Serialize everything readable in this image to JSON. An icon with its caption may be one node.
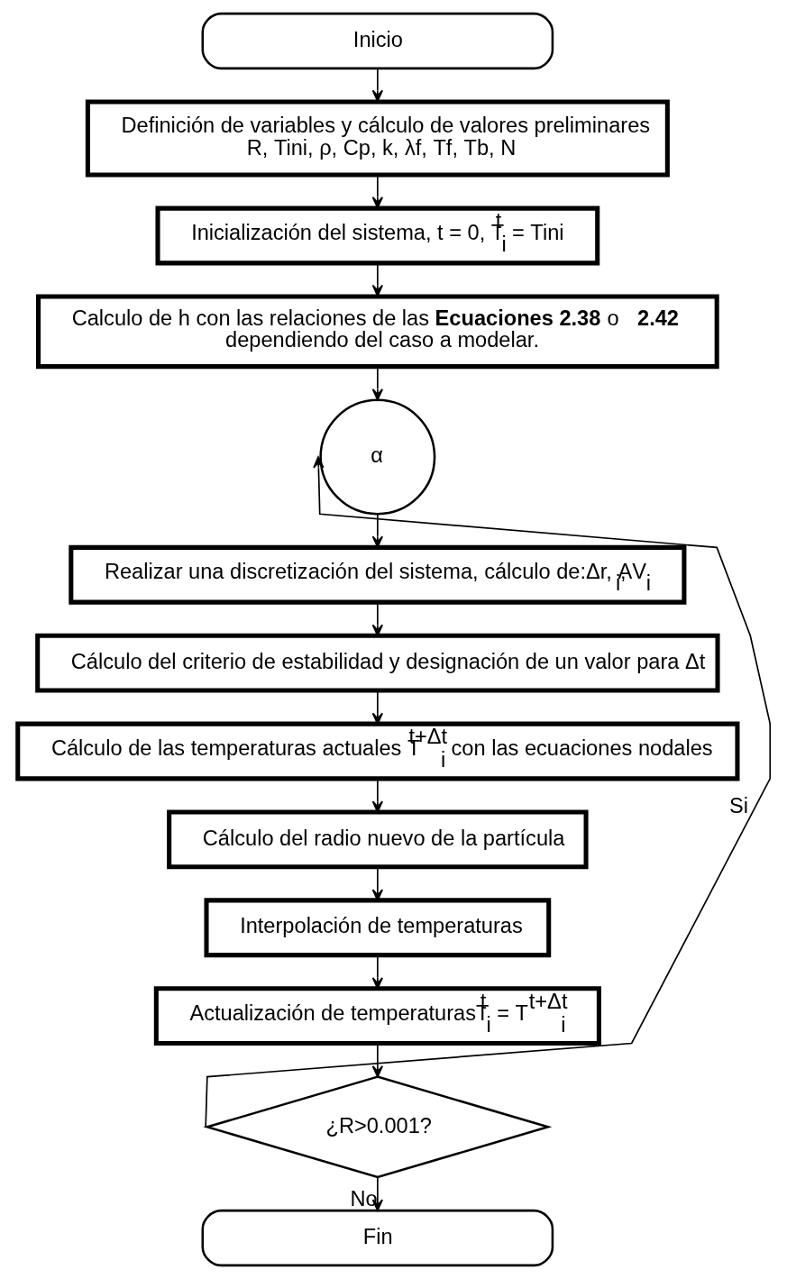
{
  "diagram": {
    "nodes": [
      {
        "text": [
          "Inicio"
        ]
      },
      {
        "text": [
          "Definición de variables y cálculo de valores preliminares",
          "R, Tini, ρ, Cp, k, λf, Tf, Tb, N"
        ]
      },
      {
        "text": [
          "Inicialización del sistema, t = 0, T$^{t}$$_{i}$ = Tini"
        ]
      },
      {
        "text": [
          "Calculo de h con las relaciones de las **Ecuaciones 2.38** o **2.42** dependiendo del caso a modelar."
        ]
      },
      {
        "text": [
          "α"
        ]
      },
      {
        "text": [
          "Realizar una discretización del sistema, cálculo de:Δr, A$_{i}$, V$_{i}$"
        ]
      },
      {
        "text": [
          "Cálculo del criterio de estabilidad y designación de un valor para Δt"
        ]
      },
      {
        "text": [
          "Cálculo de las temperaturas actuales T$^{t+Δt}$$_{i}$ con las ecuaciones nodales"
        ]
      },
      {
        "text": [
          "Cálculo del radio nuevo de la partícula"
        ]
      },
      {
        "text": [
          "Interpolación de temperaturas"
        ]
      },
      {
        "text": [
          "Actualización de temperaturasT$^{t}$$_{i}$ = T$^{t+Δt}$$_{i}$"
        ]
      },
      {
        "text": [
          "¿R>0.001?"
        ]
      },
      {
        "text": [
          "Fin"
        ]
      }
    ],
    "edges": [
      {
        "from": 0,
        "to": 1,
        "arrow": "to"
      },
      {
        "from": 1,
        "to": 2,
        "arrow": "to"
      },
      {
        "from": 2,
        "to": 3,
        "arrow": "to"
      },
      {
        "from": 3,
        "to": 4,
        "arrow": "to"
      },
      {
        "from": 4,
        "to": 5,
        "arrow": "to"
      },
      {
        "from": 5,
        "to": 6,
        "arrow": "to"
      },
      {
        "from": 6,
        "to": 7,
        "arrow": "to"
      },
      {
        "from": 7,
        "to": 8,
        "arrow": "to"
      },
      {
        "from": 8,
        "to": 9,
        "arrow": "to"
      },
      {
        "from": 9,
        "to": 10,
        "arrow": "to"
      },
      {
        "from": 10,
        "to": 11,
        "arrow": "to"
      },
      {
        "from": 11,
        "to": 4,
        "arrow": "to",
        "label": "Si"
      },
      {
        "from": 11,
        "to": 12,
        "arrow": "to",
        "label": "No"
      }
    ]
  }
}
